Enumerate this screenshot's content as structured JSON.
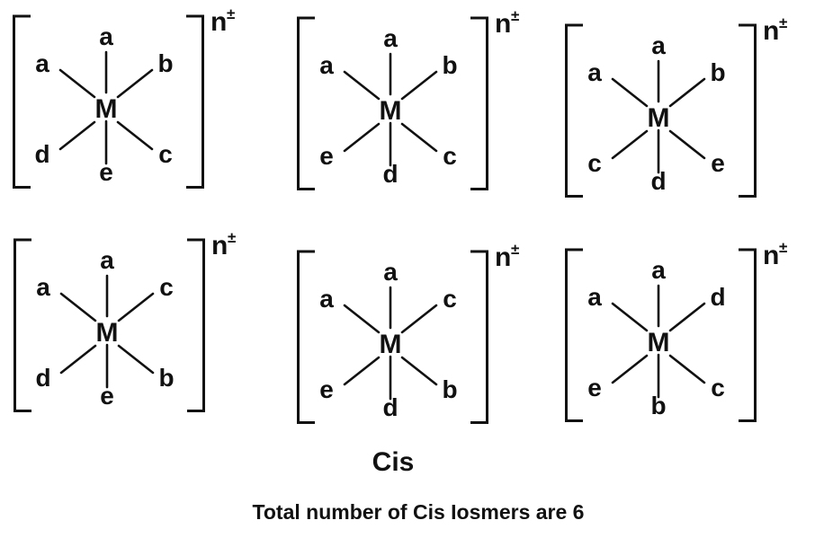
{
  "page": {
    "background_color": "#ffffff",
    "ink_color": "#111111"
  },
  "charge": {
    "base": "n",
    "superscript": "±"
  },
  "captions": {
    "group_label": "Cis",
    "summary": "Total number of Cis Iosmers are 6"
  },
  "structures": [
    {
      "name": "cis-isomer-1",
      "metal": "M",
      "ligands": {
        "top": "a",
        "upper_left": "a",
        "upper_right": "b",
        "lower_left": "d",
        "bottom": "e",
        "lower_right": "c"
      }
    },
    {
      "name": "cis-isomer-2",
      "metal": "M",
      "ligands": {
        "top": "a",
        "upper_left": "a",
        "upper_right": "b",
        "lower_left": "e",
        "bottom": "d",
        "lower_right": "c"
      }
    },
    {
      "name": "cis-isomer-3",
      "metal": "M",
      "ligands": {
        "top": "a",
        "upper_left": "a",
        "upper_right": "b",
        "lower_left": "c",
        "bottom": "d",
        "lower_right": "e"
      }
    },
    {
      "name": "cis-isomer-4",
      "metal": "M",
      "ligands": {
        "top": "a",
        "upper_left": "a",
        "upper_right": "c",
        "lower_left": "d",
        "bottom": "e",
        "lower_right": "b"
      }
    },
    {
      "name": "cis-isomer-5",
      "metal": "M",
      "ligands": {
        "top": "a",
        "upper_left": "a",
        "upper_right": "c",
        "lower_left": "e",
        "bottom": "d",
        "lower_right": "b"
      }
    },
    {
      "name": "cis-isomer-6",
      "metal": "M",
      "ligands": {
        "top": "a",
        "upper_left": "a",
        "upper_right": "d",
        "lower_left": "e",
        "bottom": "b",
        "lower_right": "c"
      }
    }
  ]
}
